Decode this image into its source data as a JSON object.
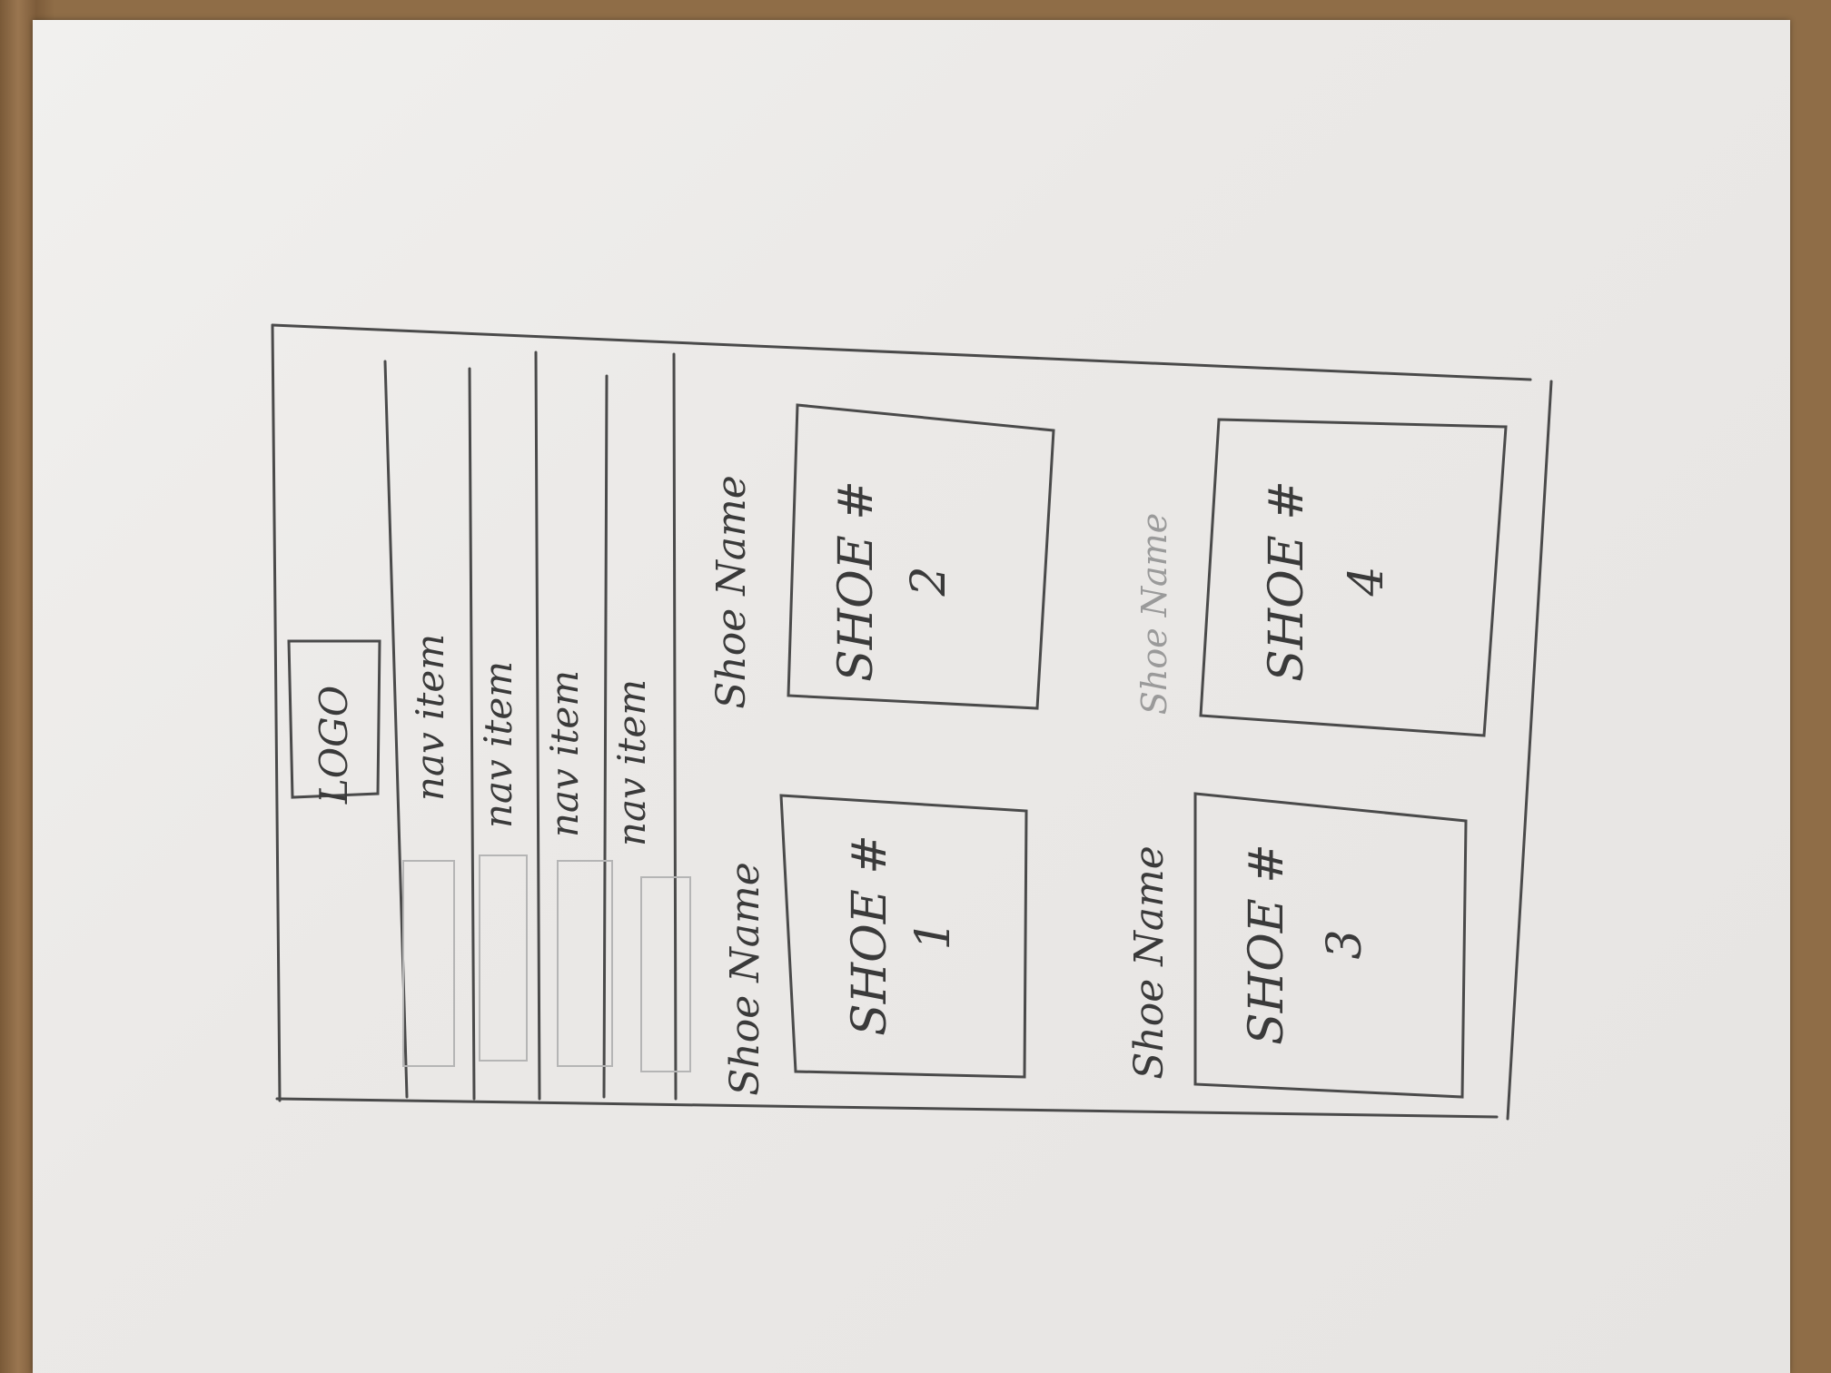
{
  "logo": {
    "label": "LOGO"
  },
  "nav": {
    "items": [
      {
        "label": "nav item"
      },
      {
        "label": "nav item"
      },
      {
        "label": "nav item"
      },
      {
        "label": "nav item"
      }
    ]
  },
  "shoes": [
    {
      "name": "Shoe Name",
      "label": "SHOE #",
      "number": "1"
    },
    {
      "name": "Shoe Name",
      "label": "SHOE #",
      "number": "2"
    },
    {
      "name": "Shoe Name",
      "label": "SHOE #",
      "number": "3"
    },
    {
      "name": "Shoe Name",
      "label": "SHOE #",
      "number": "4"
    }
  ],
  "colors": {
    "paper": "#ebe9e7",
    "pencil": "#4a4a4a",
    "table": "#8a6a45"
  }
}
